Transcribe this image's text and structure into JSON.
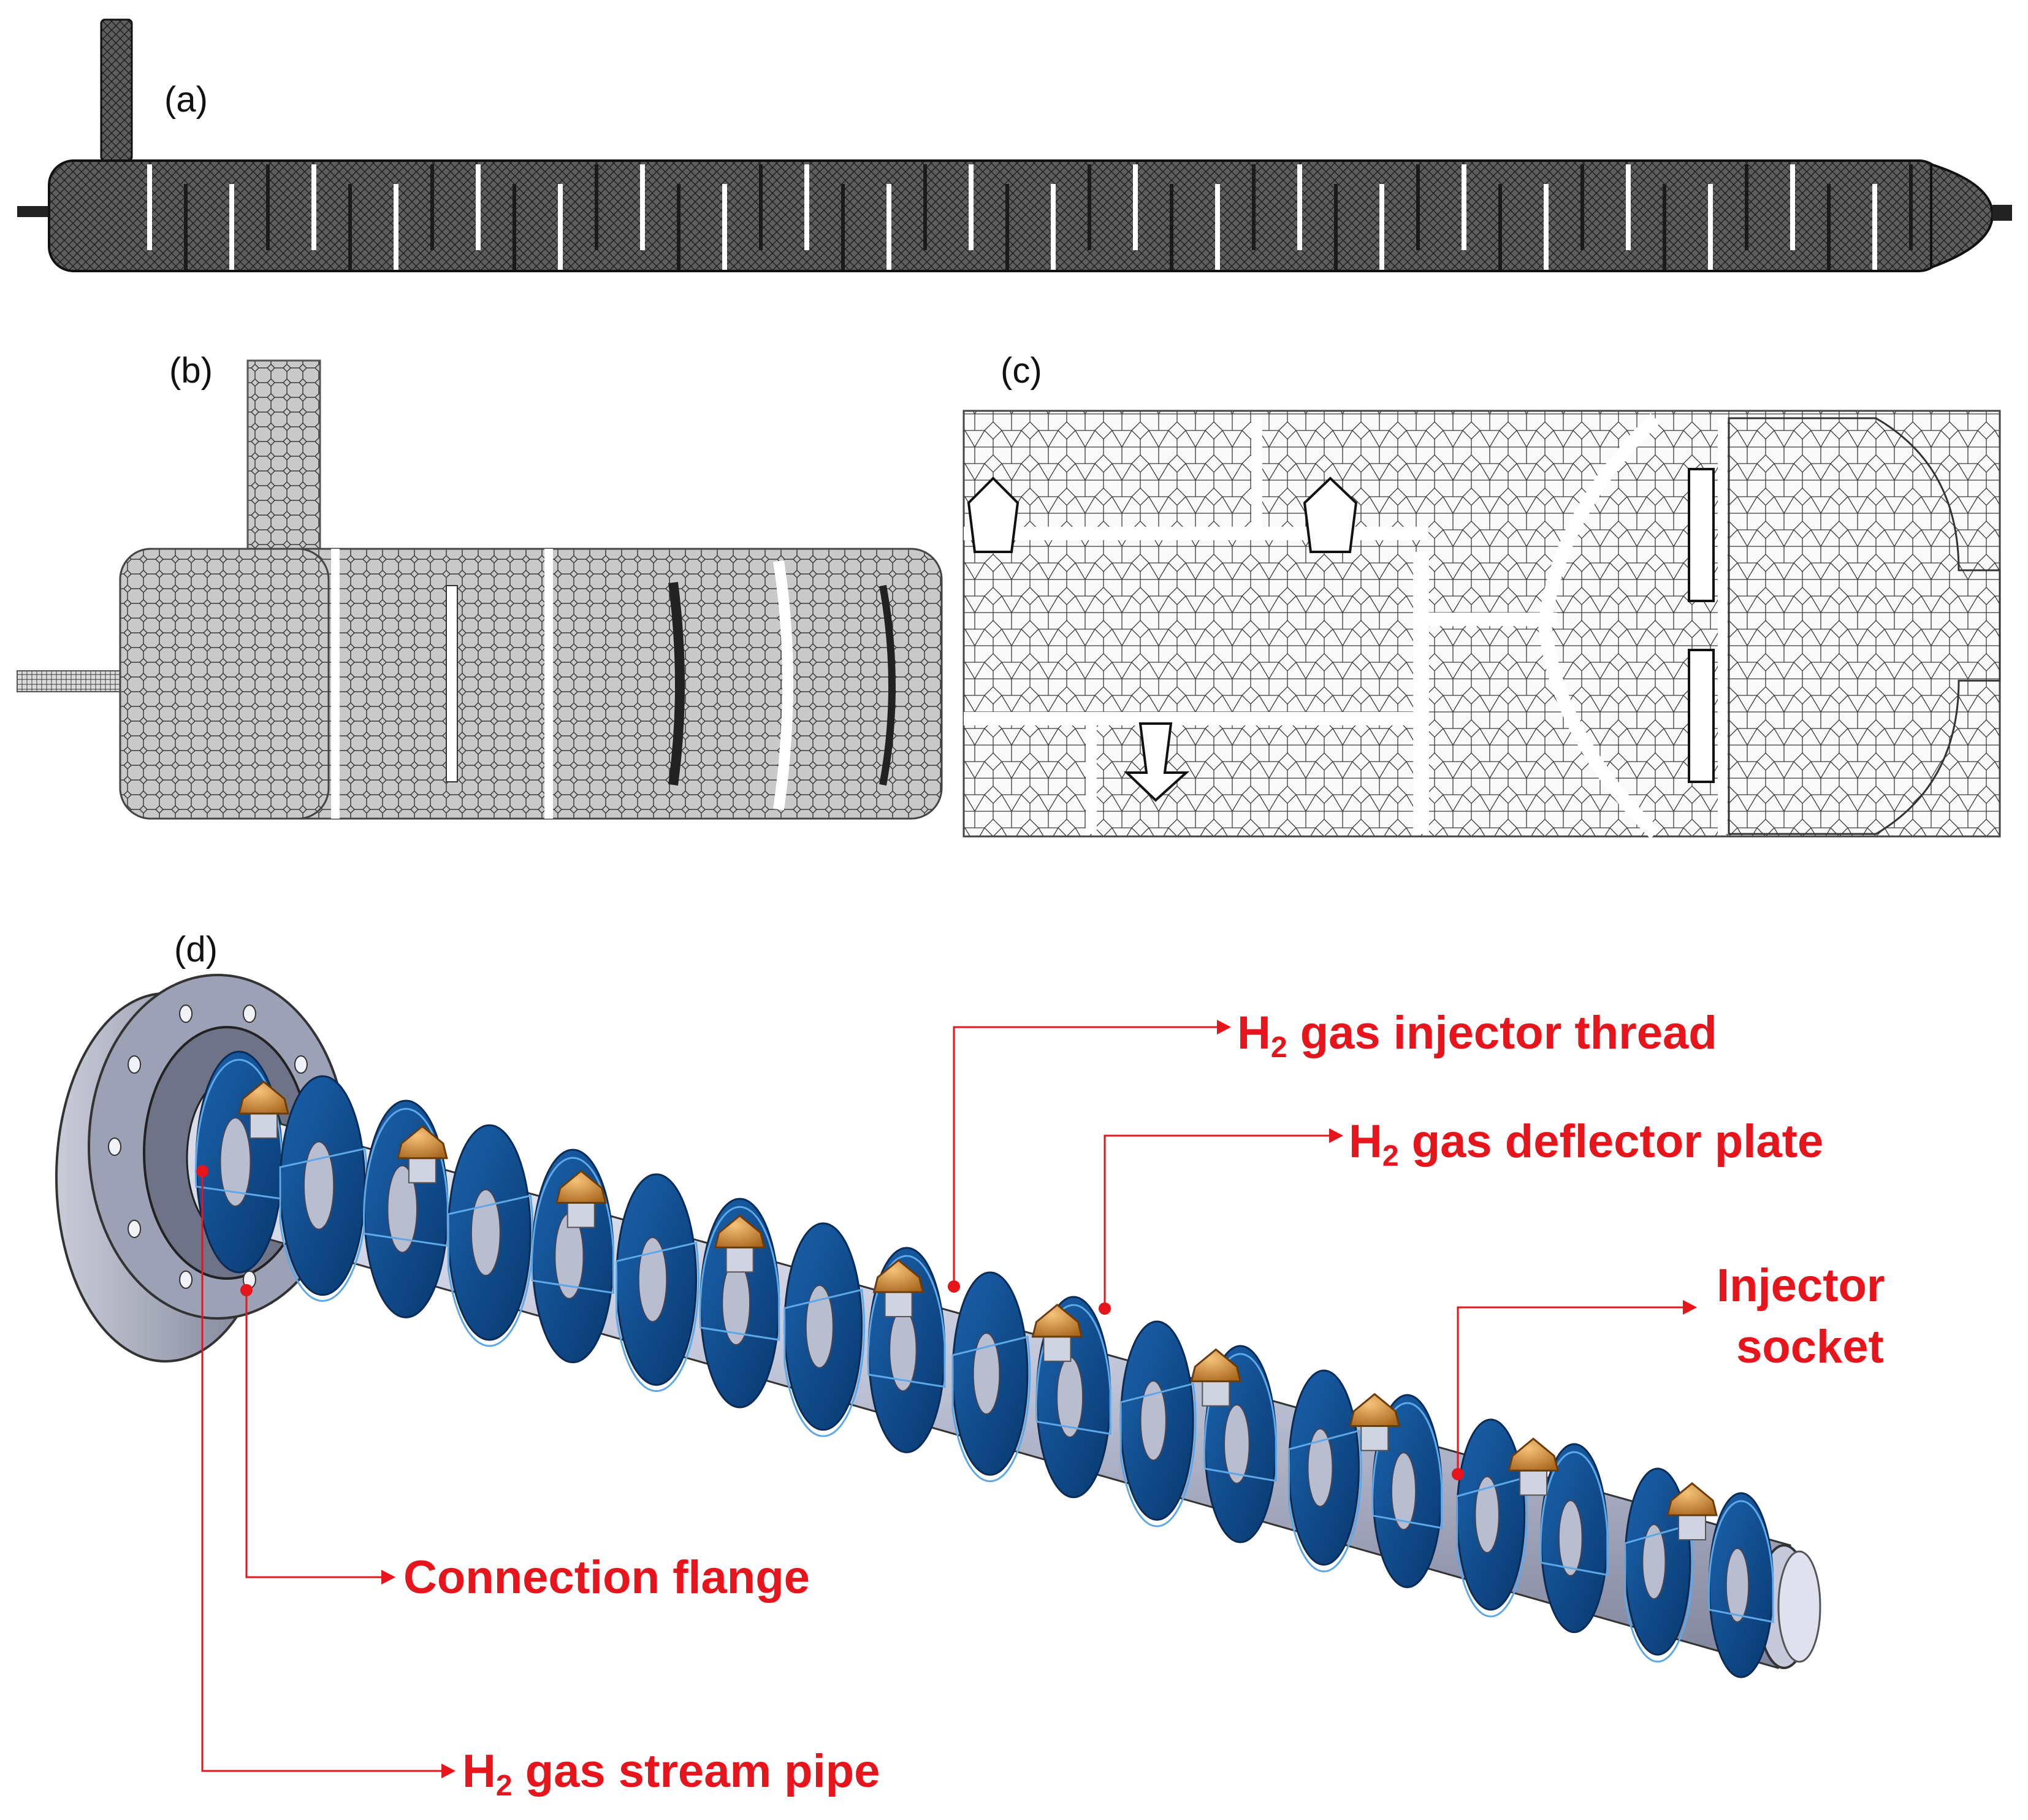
{
  "panels": {
    "a": "(a)",
    "b": "(b)",
    "c": "(c)",
    "d": "(d)"
  },
  "callouts": {
    "injector_thread": {
      "prefix": "H",
      "sub": "2",
      "rest": " gas injector thread"
    },
    "deflector_plate": {
      "prefix": "H",
      "sub": "2",
      "rest": " gas deflector plate"
    },
    "injector_socket_line1": "Injector",
    "injector_socket_line2": "socket",
    "connection_flange": "Connection flange",
    "stream_pipe": {
      "prefix": "H",
      "sub": "2",
      "rest": " gas stream pipe"
    }
  },
  "colors": {
    "annotation_red": "#e8141b",
    "mesh_dark": "#2b2b2b",
    "mesh_grey": "#8a8a8a",
    "plate_blue": "#0b4a8c",
    "pipe_silver": "#c8ccdd",
    "injector_orange": "#d98a2a",
    "flange_grey": "#9fa3b4"
  }
}
